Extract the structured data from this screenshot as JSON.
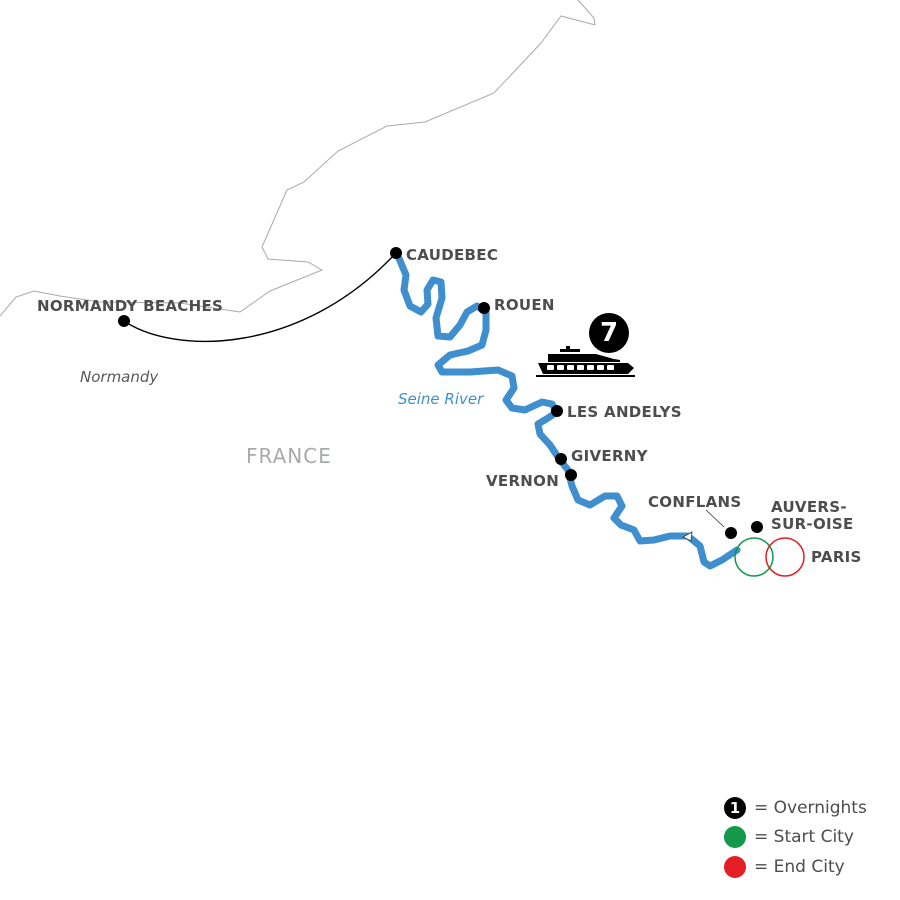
{
  "map": {
    "country_label": "FRANCE",
    "region_label": "Normandy",
    "river_label": "Seine River",
    "colors": {
      "river": "#3f8fcf",
      "coastline": "#a7a9ac",
      "city_dot": "#000000",
      "label_text": "#4d4d4f",
      "start_city": "#12994a",
      "end_city": "#e31e24"
    },
    "overnights_badge": "7",
    "cities": [
      {
        "name": "NORMANDY BEACHES"
      },
      {
        "name": "CAUDEBEC"
      },
      {
        "name": "ROUEN"
      },
      {
        "name": "LES ANDELYS"
      },
      {
        "name": "GIVERNY"
      },
      {
        "name": "VERNON"
      },
      {
        "name": "CONFLANS"
      },
      {
        "name": "AUVERS-SUR-OISE",
        "line1": "AUVERS-",
        "line2": "SUR-OISE"
      },
      {
        "name": "PARIS",
        "role": "start and end city"
      }
    ]
  },
  "legend": {
    "items": [
      {
        "symbol": "1",
        "label": "= Overnights",
        "color": "#000000"
      },
      {
        "symbol": "",
        "label": "= Start City",
        "color": "#12994a"
      },
      {
        "symbol": "",
        "label": "= End City",
        "color": "#e31e24"
      }
    ]
  }
}
